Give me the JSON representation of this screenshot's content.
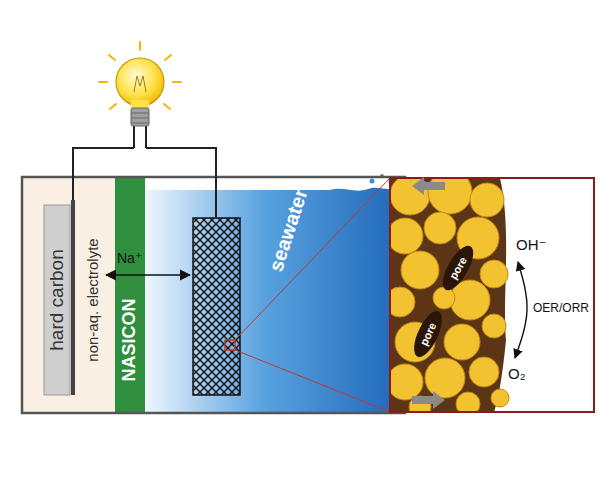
{
  "diagram": {
    "nodes": [
      {
        "text": [
          "hard carbon",
          "non-aq. electrolyte"
        ]
      },
      {
        "text": [
          "NASICON"
        ]
      },
      {
        "text": [
          "seawater"
        ]
      },
      {
        "text": [
          "pore"
        ]
      },
      {
        "text": [
          "pore"
        ]
      }
    ],
    "labels": [
      "Na⁺",
      "OH⁻",
      "OER/ORR",
      "O₂"
    ]
  }
}
